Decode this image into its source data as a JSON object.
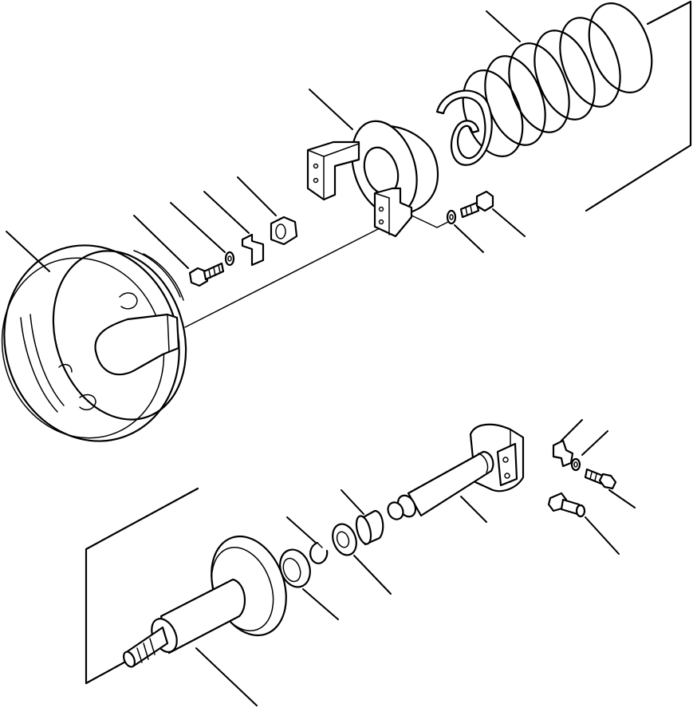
{
  "diagram": {
    "kind": "exploded parts diagram",
    "stroke_color": "#000000",
    "background_color": "#ffffff",
    "parts": [
      {
        "id": "recoil-spring",
        "label": ""
      },
      {
        "id": "yoke",
        "label": ""
      },
      {
        "id": "idler-wheel",
        "label": ""
      },
      {
        "id": "hex-bolt",
        "label": ""
      },
      {
        "id": "washer",
        "label": ""
      },
      {
        "id": "clip-plate",
        "label": ""
      },
      {
        "id": "nut",
        "label": ""
      },
      {
        "id": "small-washer",
        "label": ""
      },
      {
        "id": "flange-bolt",
        "label": ""
      },
      {
        "id": "support-shaft",
        "label": ""
      },
      {
        "id": "idler-shaft",
        "label": ""
      },
      {
        "id": "bearing",
        "label": ""
      },
      {
        "id": "snap-ring",
        "label": ""
      },
      {
        "id": "seal-ring",
        "label": ""
      },
      {
        "id": "bushing",
        "label": ""
      },
      {
        "id": "lock-plate",
        "label": ""
      },
      {
        "id": "lock-washer",
        "label": ""
      },
      {
        "id": "lock-bolt",
        "label": ""
      },
      {
        "id": "grease-fitting",
        "label": ""
      }
    ]
  }
}
